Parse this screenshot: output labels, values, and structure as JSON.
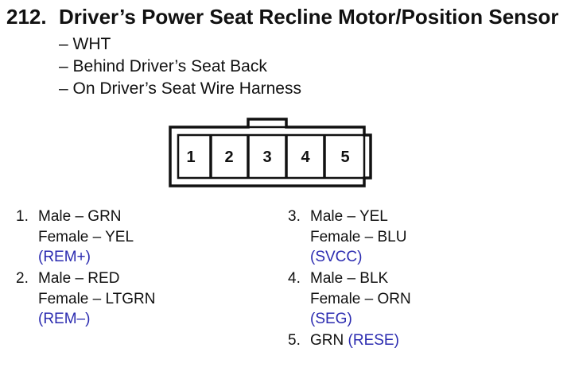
{
  "title": {
    "number": "212.",
    "text": "Driver’s Power Seat Recline Motor/Position Sensor"
  },
  "details": [
    "– WHT",
    "– Behind Driver’s Seat Back",
    "– On Driver’s Seat Wire Harness"
  ],
  "connector": {
    "pin_labels": [
      "1",
      "2",
      "3",
      "4",
      "5"
    ]
  },
  "pins_left": [
    {
      "num": "1.",
      "male": "Male – GRN",
      "female": "Female – YEL",
      "signal": "(REM+)"
    },
    {
      "num": "2.",
      "male": "Male – RED",
      "female": "Female – LTGRN",
      "signal": "(REM–)"
    }
  ],
  "pins_right": [
    {
      "num": "3.",
      "male": "Male – YEL",
      "female": "Female – BLU",
      "signal": "(SVCC)"
    },
    {
      "num": "4.",
      "male": "Male – BLK",
      "female": "Female – ORN",
      "signal": "(SEG)"
    }
  ],
  "pin5": {
    "num": "5.",
    "wire": "GRN",
    "signal": "(RESE)"
  },
  "colors": {
    "text": "#111111",
    "signal": "#2b2bb0"
  }
}
